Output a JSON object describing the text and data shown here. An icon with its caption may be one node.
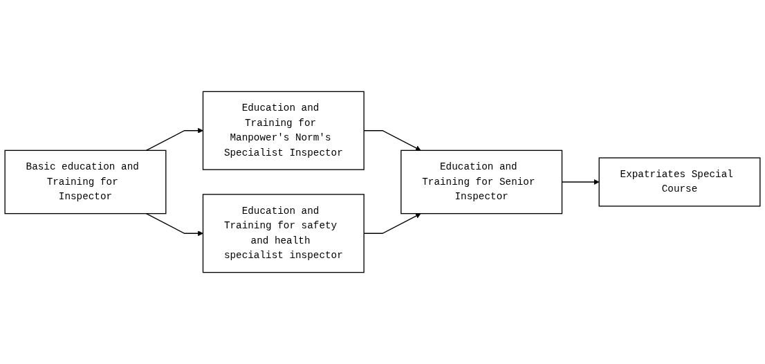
{
  "diagram": {
    "nodes": [
      {
        "text": [
          "Education and Training for Manpower's Norm's Specialist Inspector"
        ]
      },
      {
        "text": [
          "Basic education and Training for Inspector"
        ]
      },
      {
        "text": [
          "Education and Training for Senior Inspector"
        ]
      },
      {
        "text": [
          "Expatriates Special Course"
        ]
      },
      {
        "text": [
          "Education and Training for safety and health specialist inspector"
        ]
      }
    ],
    "edges": [
      {
        "from": 1,
        "to": 0,
        "arrow": "to"
      },
      {
        "from": 1,
        "to": 4,
        "arrow": "to"
      },
      {
        "from": 0,
        "to": 2,
        "arrow": "to"
      },
      {
        "from": 4,
        "to": 2,
        "arrow": "to"
      },
      {
        "from": 2,
        "to": 3,
        "arrow": "to"
      }
    ]
  }
}
